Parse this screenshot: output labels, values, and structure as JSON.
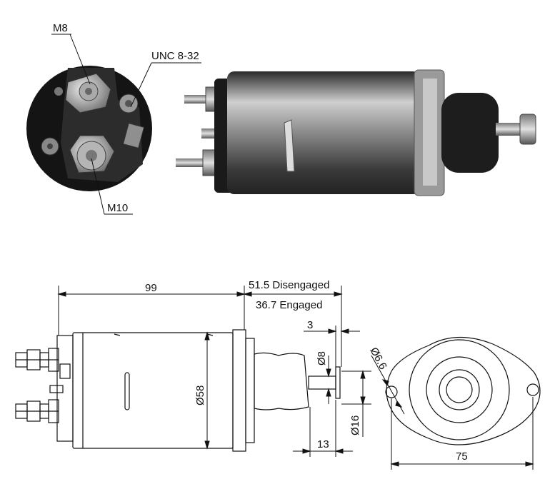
{
  "terminals": {
    "m8": "M8",
    "unc": "UNC 8-32",
    "m10": "M10"
  },
  "dimensions": {
    "length": "99",
    "disengaged": "51.5 Disengaged",
    "engaged": "36.7 Engaged",
    "plunger_tip": "3",
    "shaft_dia": "Ø8",
    "body_dia": "Ø58",
    "tip_dia": "Ø16",
    "stroke": "13",
    "hole_dia": "Ø6.6",
    "flange_spacing": "75"
  },
  "colors": {
    "line": "#111111",
    "metal_dark": "#3a3a3a",
    "metal_mid": "#8a8a8a",
    "metal_light": "#d8d8d8"
  }
}
